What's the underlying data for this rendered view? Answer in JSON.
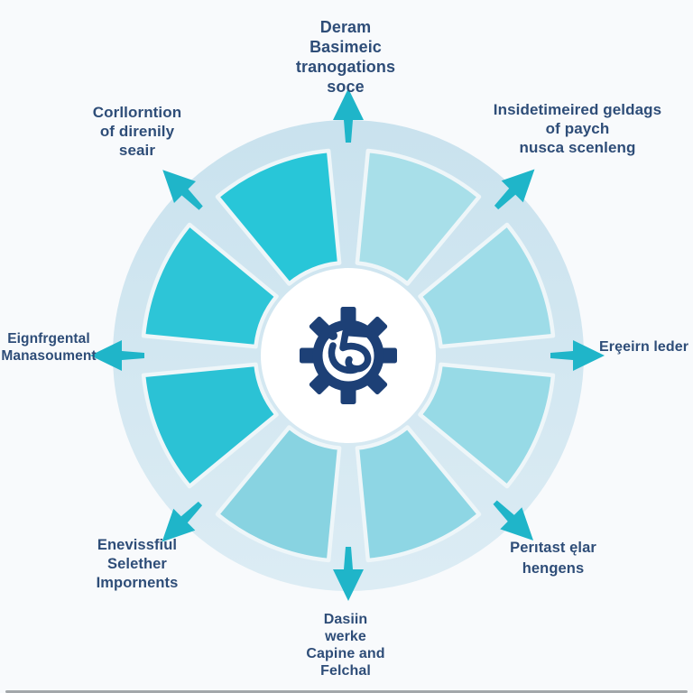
{
  "diagram": {
    "type": "wheel-cycle-infographic",
    "segment_count": 8,
    "center": {
      "icon": "gear-i5-monogram",
      "shape": "gear with 8 teeth containing stylized i5 swirl"
    },
    "labels": {
      "top": "Deram\nBasimeic\ntranogations\nsoce",
      "top_right": "Insidetimeired geldags\nof paych\nnusca scenleng",
      "right": "Erȩeirn leder",
      "bottom_right": "Perıtast ęlar\nhengens",
      "bottom": "Dasiin\nwerke\nCapine and\nFelchal",
      "bottom_left": "Enevissfiul\nSelether\nImpornents",
      "left": "Eignfrgental\nManasoument",
      "top_left": "Corllorntion\nof direnily\nseair"
    },
    "segments": [
      {
        "position": "north-to-northeast",
        "color": "#a8dfe9"
      },
      {
        "position": "northeast-to-east",
        "color": "#9edce8"
      },
      {
        "position": "east-to-southeast",
        "color": "#97dae6"
      },
      {
        "position": "southeast-to-south",
        "color": "#8ed6e4"
      },
      {
        "position": "south-to-southwest",
        "color": "#88d3e1"
      },
      {
        "position": "southwest-to-west",
        "color": "#2bc2d5"
      },
      {
        "position": "west-to-northwest",
        "color": "#2dc5d7"
      },
      {
        "position": "northwest-to-north",
        "color": "#28c6d8"
      }
    ],
    "arrows": [
      "north",
      "northeast",
      "east",
      "southeast",
      "south",
      "southwest",
      "west",
      "northwest"
    ]
  },
  "colors": {
    "background": "#f8fafc",
    "ring_top": "#c9e2ee",
    "ring_bottom": "#dcecf4",
    "wedge_outline": "#eef6f9",
    "arrow": "#1fb5c9",
    "navy": "#1d4076",
    "label_text": "#2e4d78",
    "center_circle": "#ffffff",
    "bottom_edge": "#a3a7aa"
  }
}
